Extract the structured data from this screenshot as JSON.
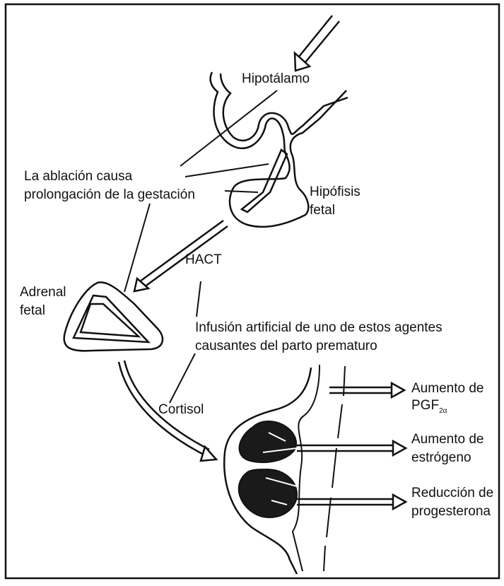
{
  "labels": {
    "hypothalamus": "Hipotálamo",
    "ablation_line1": "La ablación causa",
    "ablation_line2": "prolongación de la gestación",
    "pituitary_line1": "Hipófisis",
    "pituitary_line2": "fetal",
    "acth": "HACT",
    "adrenal_line1": "Adrenal",
    "adrenal_line2": "fetal",
    "infusion_line1": "Infusión artificial de uno de estos agentes",
    "infusion_line2": "causantes del parto prematuro",
    "cortisol": "Cortisol",
    "pgf_line1": "Aumento de",
    "pgf_base": "PGF",
    "pgf_sub": "2α",
    "estrogen_line1": "Aumento de",
    "estrogen_line2": "estrógeno",
    "progesterone_line1": "Reducción de",
    "progesterone_line2": "progesterona"
  },
  "colors": {
    "ink": "#111111",
    "background": "#ffffff",
    "placenta_fill": "#1a1a1a"
  }
}
